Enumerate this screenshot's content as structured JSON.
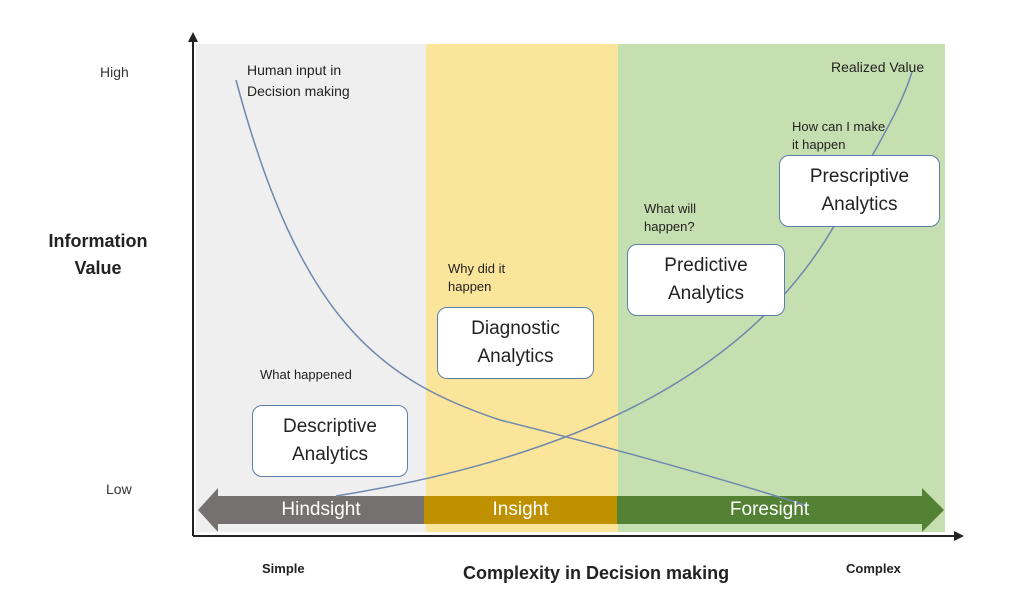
{
  "y_axis": {
    "title_line1": "Information",
    "title_line2": "Value",
    "high": "High",
    "low": "Low"
  },
  "x_axis": {
    "title": "Complexity in Decision making",
    "left": "Simple",
    "right": "Complex"
  },
  "colors": {
    "band_descriptive": "#efefef",
    "band_diagnostic": "#fbe59a",
    "band_predictive": "#c6dfb0",
    "hindsight": "#767171",
    "insight": "#bf9000",
    "foresight": "#548235",
    "curve": "#6f88ad"
  },
  "stages": [
    {
      "question": "What happened",
      "box": "Descriptive\nAnalytics",
      "arrow": "Hindsight"
    },
    {
      "question": "Why did it\nhappen",
      "box": "Diagnostic\nAnalytics",
      "arrow": "Insight"
    },
    {
      "question": "What will\nhappen?",
      "box": "Predictive\nAnalytics",
      "arrow": "Foresight"
    },
    {
      "question": "How can I make\nit happen",
      "box": "Prescriptive\nAnalytics"
    }
  ],
  "curves": {
    "human_input": "Human input in\nDecision making",
    "realized_value": "Realized Value"
  }
}
